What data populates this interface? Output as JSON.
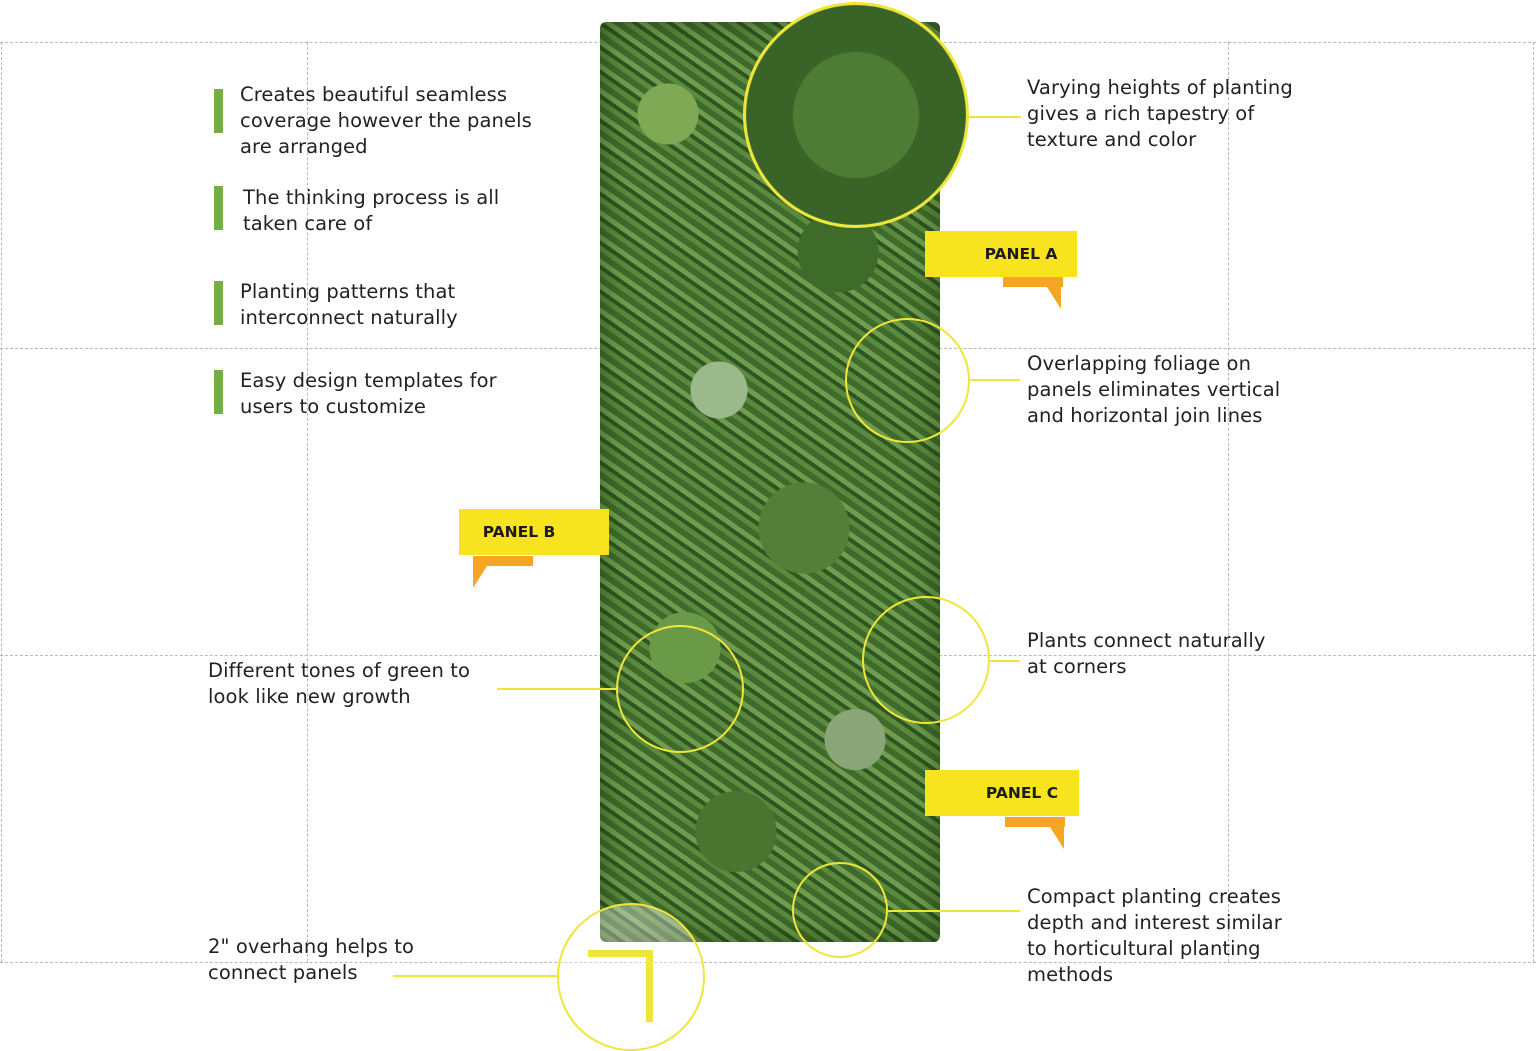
{
  "left_features": [
    {
      "text_lines": [
        "Creates beautiful seamless",
        "coverage however the panels",
        "are arranged"
      ]
    },
    {
      "text_lines": [
        "The thinking process is all",
        "taken care of"
      ]
    },
    {
      "text_lines": [
        "Planting patterns that",
        "interconnect naturally"
      ]
    },
    {
      "text_lines": [
        "Easy design templates for",
        "users to customize"
      ]
    }
  ],
  "callouts": {
    "heights": {
      "text_lines": [
        "Varying heights of planting",
        "gives a rich tapestry of",
        "texture and color"
      ]
    },
    "overlap": {
      "text_lines": [
        "Overlapping foliage on",
        "panels eliminates vertical",
        "and horizontal join lines"
      ]
    },
    "corners": {
      "text_lines": [
        "Plants connect naturally",
        "at corners"
      ]
    },
    "compact": {
      "text_lines": [
        "Compact planting creates",
        "depth and interest similar",
        "to horticultural planting",
        "methods"
      ]
    },
    "tones": {
      "text_lines": [
        "Different tones of green to",
        "look like new growth"
      ]
    },
    "overhang": {
      "text_lines": [
        "2\"  overhang helps to",
        "connect panels"
      ]
    }
  },
  "panels": {
    "a": "PANEL A",
    "b": "PANEL B",
    "c": "PANEL C"
  },
  "colors": {
    "accent_yellow": "#f8e31f",
    "ribbon_fold_orange": "#f5a623",
    "callout_line_yellow": "#f0e63a",
    "bullet_green": "#72b043",
    "grid_dash": "#b8b8b8"
  }
}
